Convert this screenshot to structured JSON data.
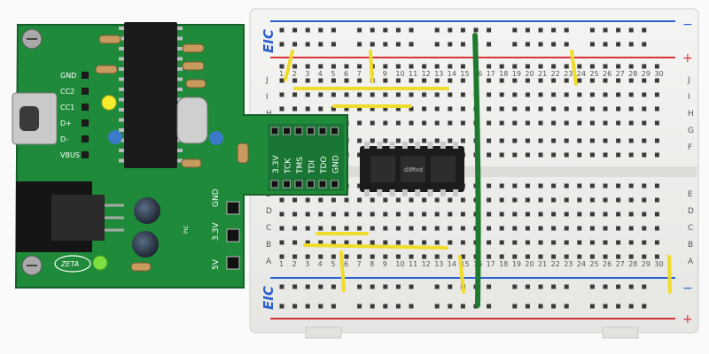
{
  "breadboard": {
    "brand_top": "EIC",
    "brand_bottom": "EIC",
    "rail_minus": "−",
    "rail_plus": "+",
    "row_letters_top": [
      "J",
      "I",
      "H",
      "G",
      "F"
    ],
    "row_letters_bottom": [
      "E",
      "D",
      "C",
      "B",
      "A"
    ],
    "column_numbers": [
      "1",
      "2",
      "3",
      "4",
      "5",
      "6",
      "7",
      "8",
      "9",
      "10",
      "11",
      "12",
      "13",
      "14",
      "15",
      "16",
      "17",
      "18",
      "19",
      "20",
      "21",
      "22",
      "23",
      "24",
      "25",
      "26",
      "27",
      "28",
      "29",
      "30"
    ]
  },
  "pcb": {
    "usb_labels": [
      "GND",
      "CC2",
      "CC1",
      "D+",
      "D-",
      "VBUS"
    ],
    "jtag_labels": [
      "3.3V",
      "TCK",
      "TMS",
      "TDI",
      "TDO",
      "GND"
    ],
    "power_labels": [
      "GND",
      "3.3V",
      "5V"
    ],
    "logo": "ZETA",
    "ic_marking": "PIC"
  },
  "module": {
    "marking": "dXMxd"
  },
  "colors": {
    "pcb_green": "#1f8a3a",
    "breadboard": "#efefed",
    "rail_red": "#d8333a",
    "rail_blue": "#2b5fd0",
    "wire_yellow": "#f0dc2a",
    "wire_green": "#1e7a2e"
  }
}
